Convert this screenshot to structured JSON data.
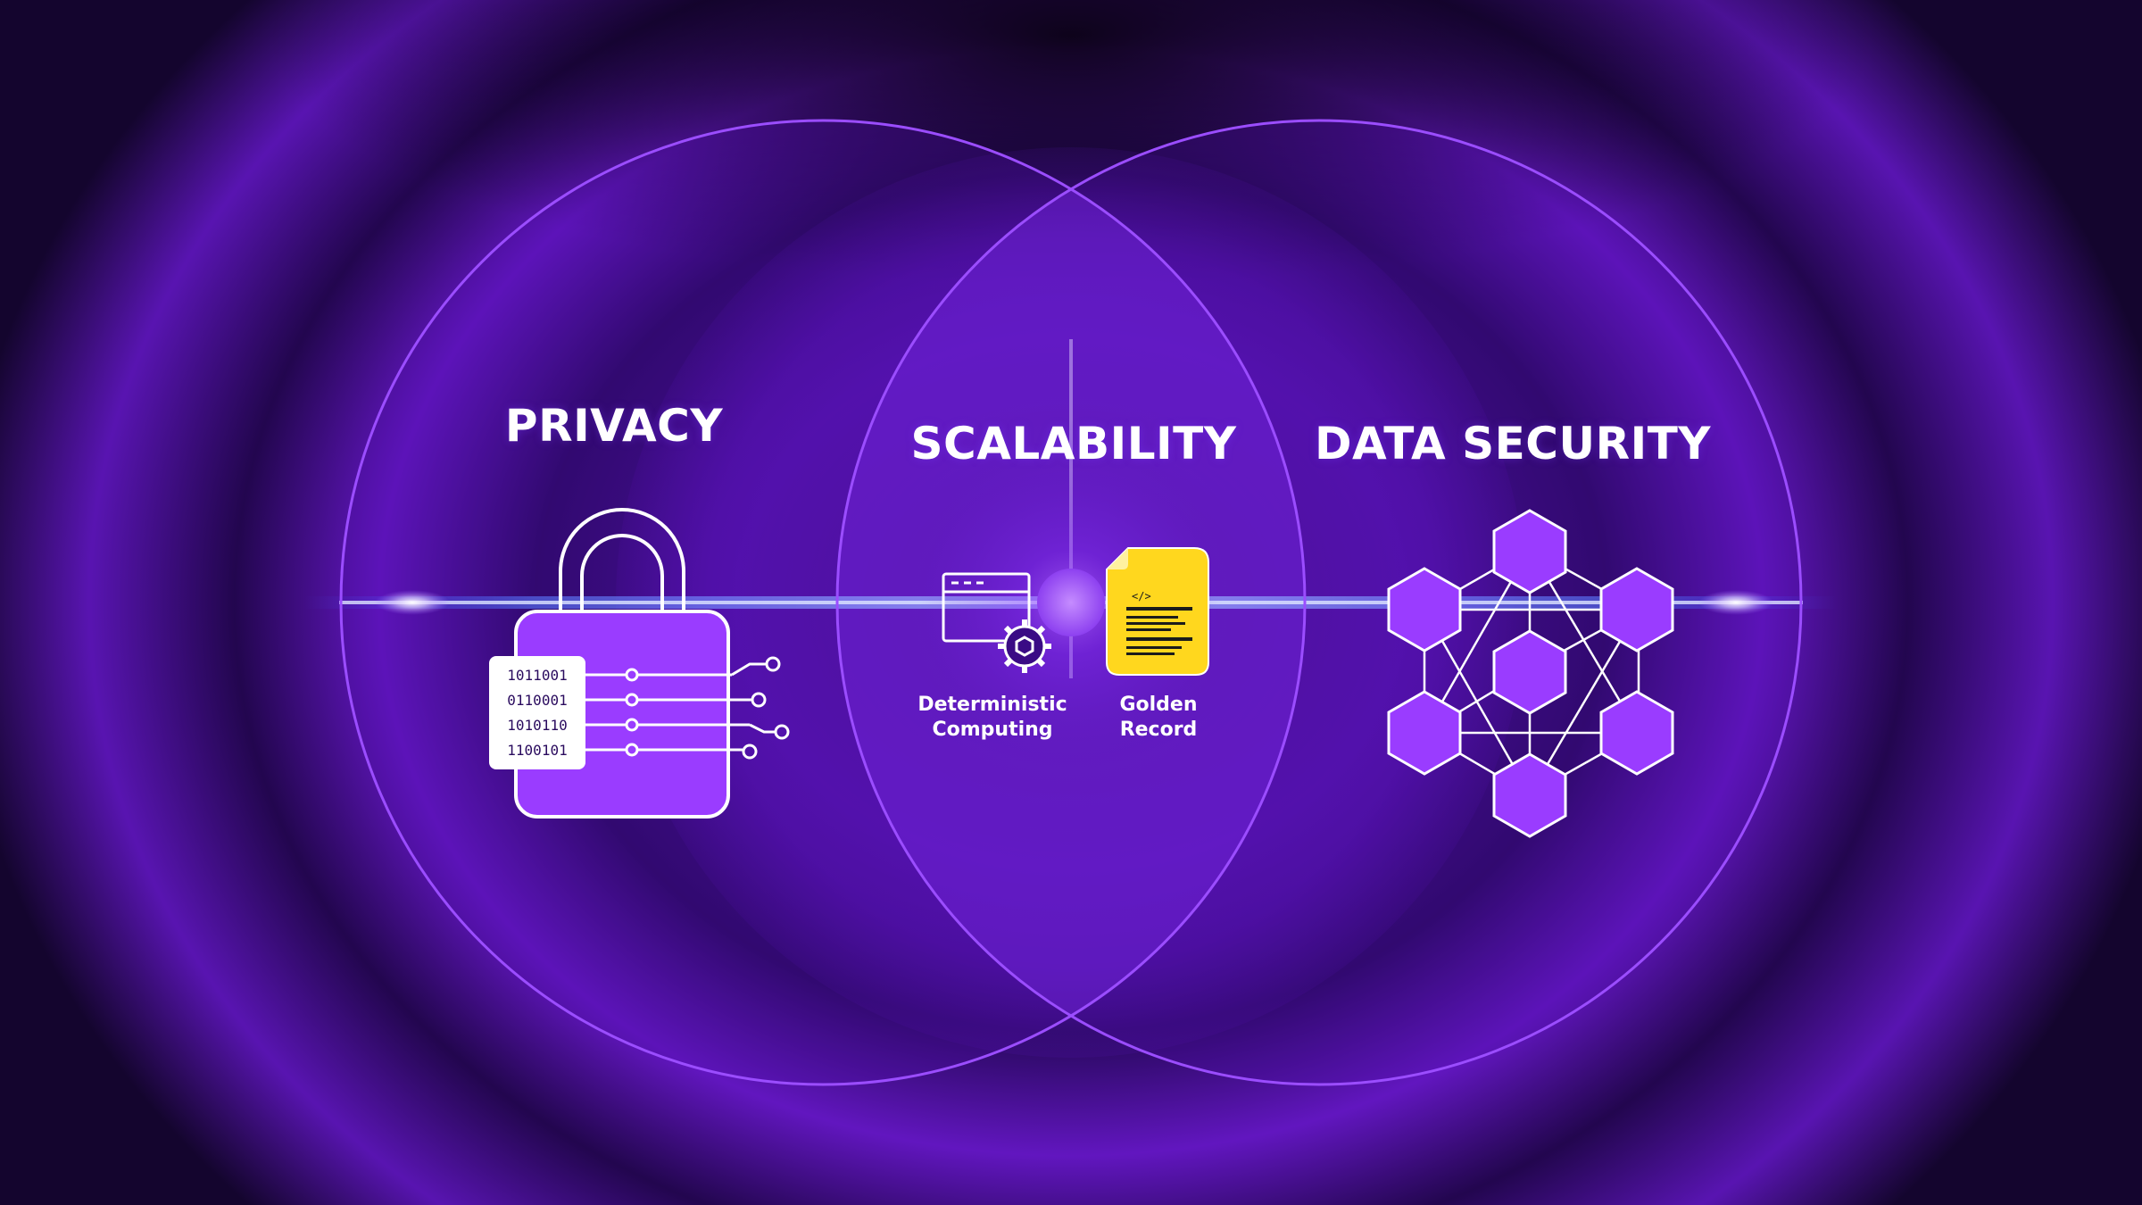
{
  "sections": {
    "privacy": {
      "title": "PRIVACY",
      "binary_lines": [
        "1011001",
        "0110001",
        "1010110",
        "1100101"
      ]
    },
    "scalability": {
      "title": "SCALABILITY",
      "deterministic_label_line1": "Deterministic",
      "deterministic_label_line2": "Computing",
      "golden_label_line1": "Golden",
      "golden_label_line2": "Record",
      "doc_code_tag": "</>"
    },
    "data_security": {
      "title": "DATA SECURITY"
    }
  },
  "colors": {
    "accent_purple": "#9a3cff",
    "ring_stroke": "#9b4dff",
    "gold": "#ffd71e",
    "white": "#ffffff"
  }
}
